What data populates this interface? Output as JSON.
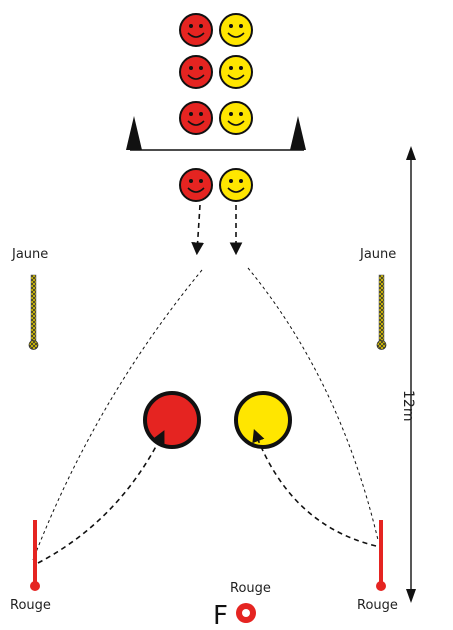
{
  "labels": {
    "jaune_left": "Jaune",
    "jaune_right": "Jaune",
    "rouge_left": "Rouge",
    "rouge_middle": "Rouge",
    "rouge_right": "Rouge",
    "distance": "12m",
    "start_marker": "F"
  },
  "colors": {
    "red": "#e52421",
    "yellow": "#ffe600",
    "outline": "#111111",
    "pole_red": "#e52421",
    "cone": "#111111"
  },
  "icons": {
    "player": "smiley-face-icon",
    "cone": "cone-icon",
    "pole": "pole-icon",
    "target": "hoop-target-icon",
    "rope": "rope-marker-icon"
  }
}
